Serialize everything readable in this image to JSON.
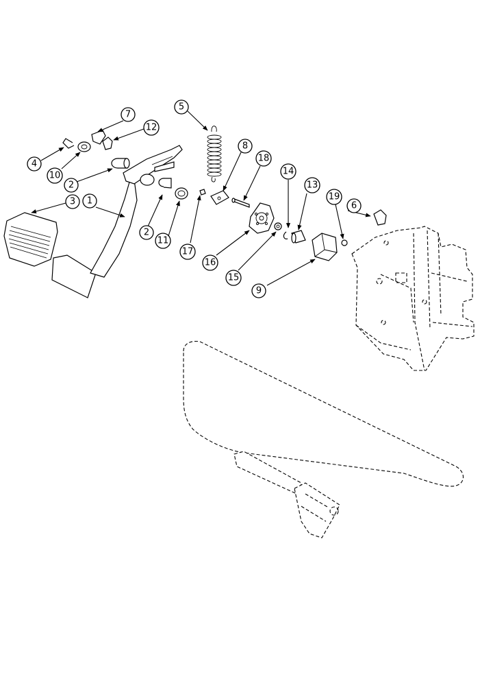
{
  "diagram": {
    "type": "exploded-parts-diagram",
    "callouts": [
      {
        "id": "c1",
        "label": "1"
      },
      {
        "id": "c2a",
        "label": "2"
      },
      {
        "id": "c2b",
        "label": "2"
      },
      {
        "id": "c3",
        "label": "3"
      },
      {
        "id": "c4",
        "label": "4"
      },
      {
        "id": "c5",
        "label": "5"
      },
      {
        "id": "c6",
        "label": "6"
      },
      {
        "id": "c7",
        "label": "7"
      },
      {
        "id": "c8",
        "label": "8"
      },
      {
        "id": "c9",
        "label": "9"
      },
      {
        "id": "c10",
        "label": "10"
      },
      {
        "id": "c11",
        "label": "11"
      },
      {
        "id": "c12",
        "label": "12"
      },
      {
        "id": "c13",
        "label": "13"
      },
      {
        "id": "c14",
        "label": "14"
      },
      {
        "id": "c15",
        "label": "15"
      },
      {
        "id": "c16",
        "label": "16"
      },
      {
        "id": "c17",
        "label": "17"
      },
      {
        "id": "c18",
        "label": "18"
      },
      {
        "id": "c19",
        "label": "19"
      }
    ]
  }
}
